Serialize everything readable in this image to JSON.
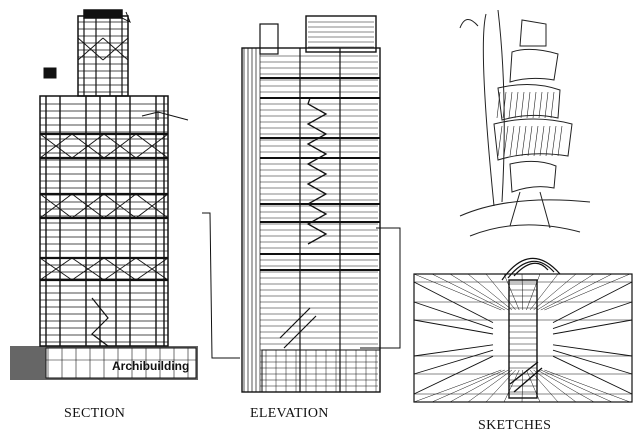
{
  "captions": {
    "section": "SECTION",
    "elevation": "ELEVATION",
    "sketches": "SKETCHES"
  },
  "watermark": "Archibuilding",
  "colors": {
    "ink": "#111111",
    "background": "#ffffff",
    "ground": "#666666"
  }
}
